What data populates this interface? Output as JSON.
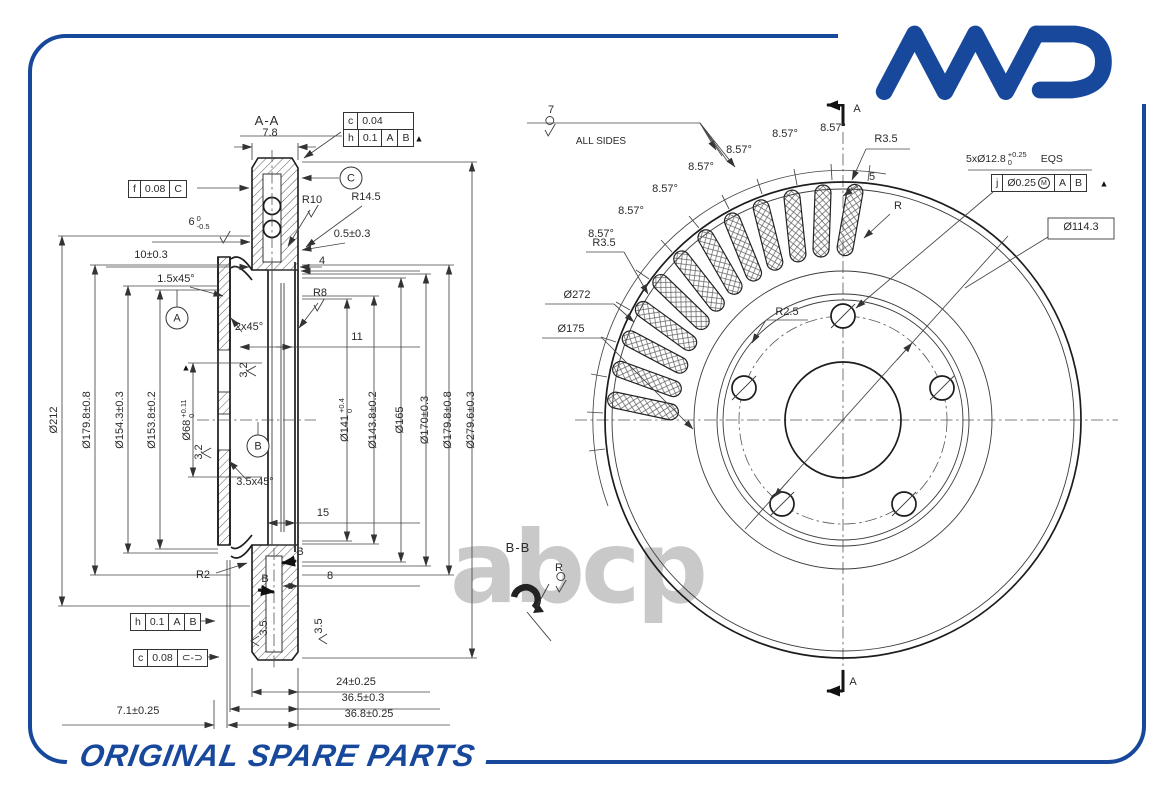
{
  "brand": {
    "logo_alt": "AMD"
  },
  "footer": {
    "text": "ORIGINAL SPARE PARTS"
  },
  "watermark": {
    "text": "abcp"
  },
  "sv": {
    "title": "A-A",
    "fcf_top": {
      "r1c1": "c",
      "r1c2": "0.04",
      "r2c1": "h",
      "r2c2": "0.1",
      "r2c3": "A",
      "r2c4": "B",
      "tri": "▲"
    },
    "fcf_f": {
      "c1": "f",
      "c2": "0.08",
      "c3": "C"
    },
    "fcf_h": {
      "c1": "h",
      "c2": "0.1",
      "c3": "A",
      "c4": "B"
    },
    "fcf_c": {
      "c1": "c",
      "c2": "0.08",
      "c3": "⊂-⊃"
    },
    "datum_a": "A",
    "datum_b": "B",
    "datum_c": "C",
    "section_b": "B",
    "d78": "7.8",
    "d6": {
      "v": "6",
      "up": "0",
      "dn": "-0.5"
    },
    "d05": "0.5±0.3",
    "d10": "10±0.3",
    "d4": "4",
    "d11": "11",
    "d15": "15",
    "d8": "8",
    "ch15": "1.5x45°",
    "ch2": "2x45°",
    "ch35": "3.5x45°",
    "r10": "R10",
    "r145": "R14.5",
    "r8": "R8",
    "r2": "R2",
    "rough32": "3.2",
    "rough35": "3.5",
    "dims_left": [
      "Ø212",
      "Ø179.8±0.8",
      "Ø154.3±0.3",
      "Ø153.8±0.2"
    ],
    "d68": {
      "v": "Ø68",
      "up": "+0.11",
      "dn": "0",
      "tri": "▲"
    },
    "d141": {
      "v": "Ø141",
      "up": "+0.4",
      "dn": "0"
    },
    "dims_right": [
      "Ø143.8±0.2",
      "Ø165",
      "Ø170±0.3",
      "Ø179.8±0.8",
      "Ø279.6±0.3"
    ],
    "d24": "24±0.25",
    "d365": "36.5±0.3",
    "d368": "36.8±0.25",
    "d71": "7.1±0.25"
  },
  "fv": {
    "rough7": "7",
    "all_sides": "ALL SIDES",
    "angle": "8.57°",
    "r35": "R3.5",
    "r25": "R2.5",
    "r": "R",
    "d5": "5",
    "holes": {
      "v": "5xØ12.8",
      "up": "+0.25",
      "dn": "0",
      "eqs": "EQS"
    },
    "fcf_j": {
      "c1": "j",
      "c2": "Ø0.25",
      "mod": "M",
      "c3": "A",
      "c4": "B",
      "tri": "▲"
    },
    "d1143": "Ø114.3",
    "d272": "Ø272",
    "d175": "Ø175",
    "bb": "B-B",
    "sec": "A"
  }
}
